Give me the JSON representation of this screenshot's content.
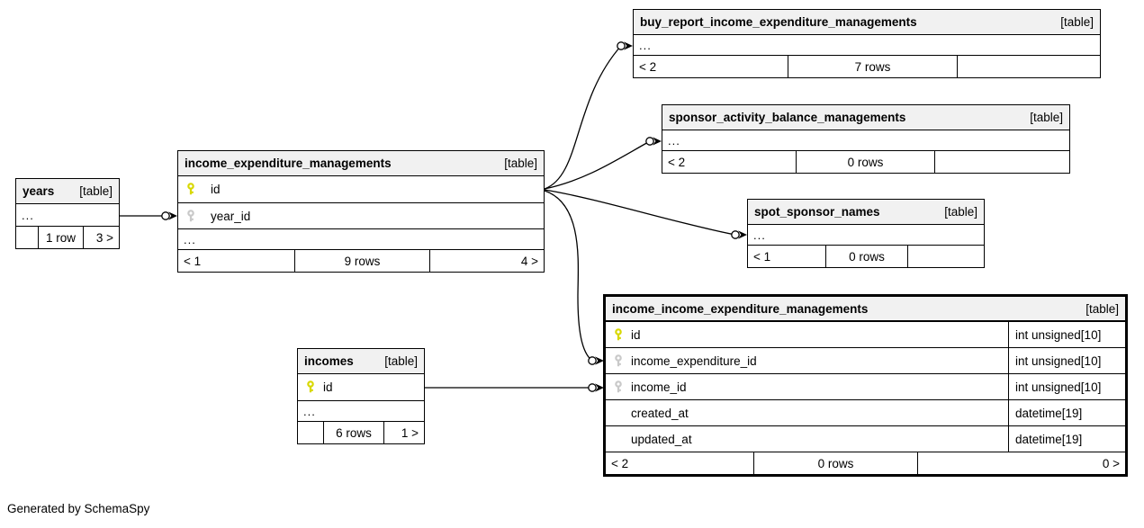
{
  "diagram": {
    "generator_note": "Generated by SchemaSpy"
  },
  "icons": {
    "primary_key": {
      "name": "key-icon",
      "color": "#d8d800"
    },
    "foreign_key": {
      "name": "key-icon",
      "color": "#c9c9c9"
    }
  },
  "colors": {
    "header_background": "#f1f1f1",
    "border": "#000000",
    "background": "#ffffff"
  },
  "tables": {
    "years": {
      "name": "years",
      "tag": "[table]",
      "ellipsis": "...",
      "footer": {
        "left": "",
        "center": "1 row",
        "right": "3 >"
      }
    },
    "iem": {
      "name": "income_expenditure_managements",
      "tag": "[table]",
      "columns": [
        {
          "name": "id",
          "key": "primary"
        },
        {
          "name": "year_id",
          "key": "foreign"
        }
      ],
      "ellipsis": "...",
      "footer": {
        "left": "< 1",
        "center": "9 rows",
        "right": "4 >"
      }
    },
    "brem": {
      "name": "buy_report_income_expenditure_managements",
      "tag": "[table]",
      "ellipsis": "...",
      "footer": {
        "left": "< 2",
        "center": "7 rows",
        "right": ""
      }
    },
    "sabm": {
      "name": "sponsor_activity_balance_managements",
      "tag": "[table]",
      "ellipsis": "...",
      "footer": {
        "left": "< 2",
        "center": "0 rows",
        "right": ""
      }
    },
    "ssn": {
      "name": "spot_sponsor_names",
      "tag": "[table]",
      "ellipsis": "...",
      "footer": {
        "left": "< 1",
        "center": "0 rows",
        "right": ""
      }
    },
    "iiem": {
      "name": "income_income_expenditure_managements",
      "tag": "[table]",
      "columns": [
        {
          "name": "id",
          "type": "int unsigned[10]",
          "key": "primary"
        },
        {
          "name": "income_expenditure_id",
          "type": "int unsigned[10]",
          "key": "foreign"
        },
        {
          "name": "income_id",
          "type": "int unsigned[10]",
          "key": "foreign"
        },
        {
          "name": "created_at",
          "type": "datetime[19]",
          "key": ""
        },
        {
          "name": "updated_at",
          "type": "datetime[19]",
          "key": ""
        }
      ],
      "footer": {
        "left": "< 2",
        "center": "0 rows",
        "right": "0 >"
      }
    },
    "incomes": {
      "name": "incomes",
      "tag": "[table]",
      "columns": [
        {
          "name": "id",
          "key": "primary"
        }
      ],
      "ellipsis": "...",
      "footer": {
        "left": "",
        "center": "6 rows",
        "right": "1 >"
      }
    }
  },
  "relationships": [
    {
      "from": "years",
      "to": "income_expenditure_managements.year_id"
    },
    {
      "from": "income_expenditure_managements.id",
      "to": "buy_report_income_expenditure_managements"
    },
    {
      "from": "income_expenditure_managements.id",
      "to": "sponsor_activity_balance_managements"
    },
    {
      "from": "income_expenditure_managements.id",
      "to": "spot_sponsor_names"
    },
    {
      "from": "income_expenditure_managements.id",
      "to": "income_income_expenditure_managements.income_expenditure_id"
    },
    {
      "from": "incomes.id",
      "to": "income_income_expenditure_managements.income_id"
    }
  ]
}
